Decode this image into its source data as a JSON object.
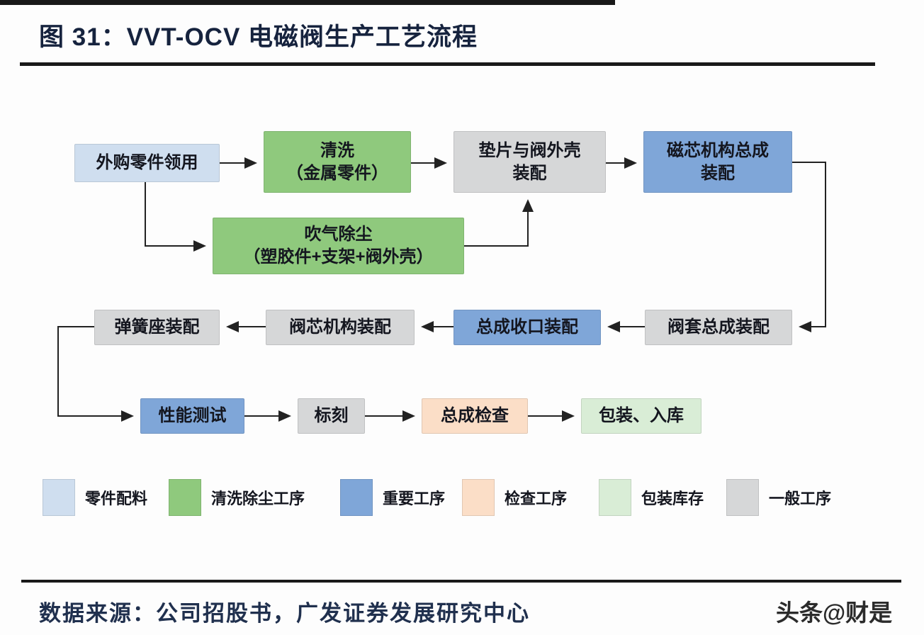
{
  "title": {
    "text": "图 31：VVT-OCV 电磁阀生产工艺流程"
  },
  "colors": {
    "parts": "#cfdeef",
    "clean": "#8fc97d",
    "important": "#7fa6d8",
    "inspect": "#fbdec7",
    "package": "#d9edd6",
    "general": "#d6d7d8",
    "title_text": "#16233e",
    "line": "#222222",
    "rule": "#191919"
  },
  "flow": {
    "nodes": [
      {
        "id": "purchase",
        "label": "外购零件领用",
        "type": "parts"
      },
      {
        "id": "wash",
        "label": "清洗\n（金属零件）",
        "type": "clean"
      },
      {
        "id": "gasket",
        "label": "垫片与阀外壳\n装配",
        "type": "general"
      },
      {
        "id": "core",
        "label": "磁芯机构总成\n装配",
        "type": "important"
      },
      {
        "id": "blow",
        "label": "吹气除尘\n（塑胶件+支架+阀外壳）",
        "type": "clean"
      },
      {
        "id": "spring",
        "label": "弹簧座装配",
        "type": "general"
      },
      {
        "id": "spool",
        "label": "阀芯机构装配",
        "type": "general"
      },
      {
        "id": "crimp",
        "label": "总成收口装配",
        "type": "important"
      },
      {
        "id": "sleeve",
        "label": "阀套总成装配",
        "type": "general"
      },
      {
        "id": "test",
        "label": "性能测试",
        "type": "important"
      },
      {
        "id": "mark",
        "label": "标刻",
        "type": "general"
      },
      {
        "id": "inspect",
        "label": "总成检查",
        "type": "inspect"
      },
      {
        "id": "pack",
        "label": "包装、入库",
        "type": "package"
      }
    ]
  },
  "legend": {
    "items": [
      {
        "label": "零件配料",
        "type": "parts"
      },
      {
        "label": "清洗除尘工序",
        "type": "clean"
      },
      {
        "label": "重要工序",
        "type": "important"
      },
      {
        "label": "检查工序",
        "type": "inspect"
      },
      {
        "label": "包装库存",
        "type": "package"
      },
      {
        "label": "一般工序",
        "type": "general"
      }
    ]
  },
  "footer": {
    "source": "数据来源：公司招股书，广发证券发展研究中心",
    "watermark": "头条@财是"
  }
}
